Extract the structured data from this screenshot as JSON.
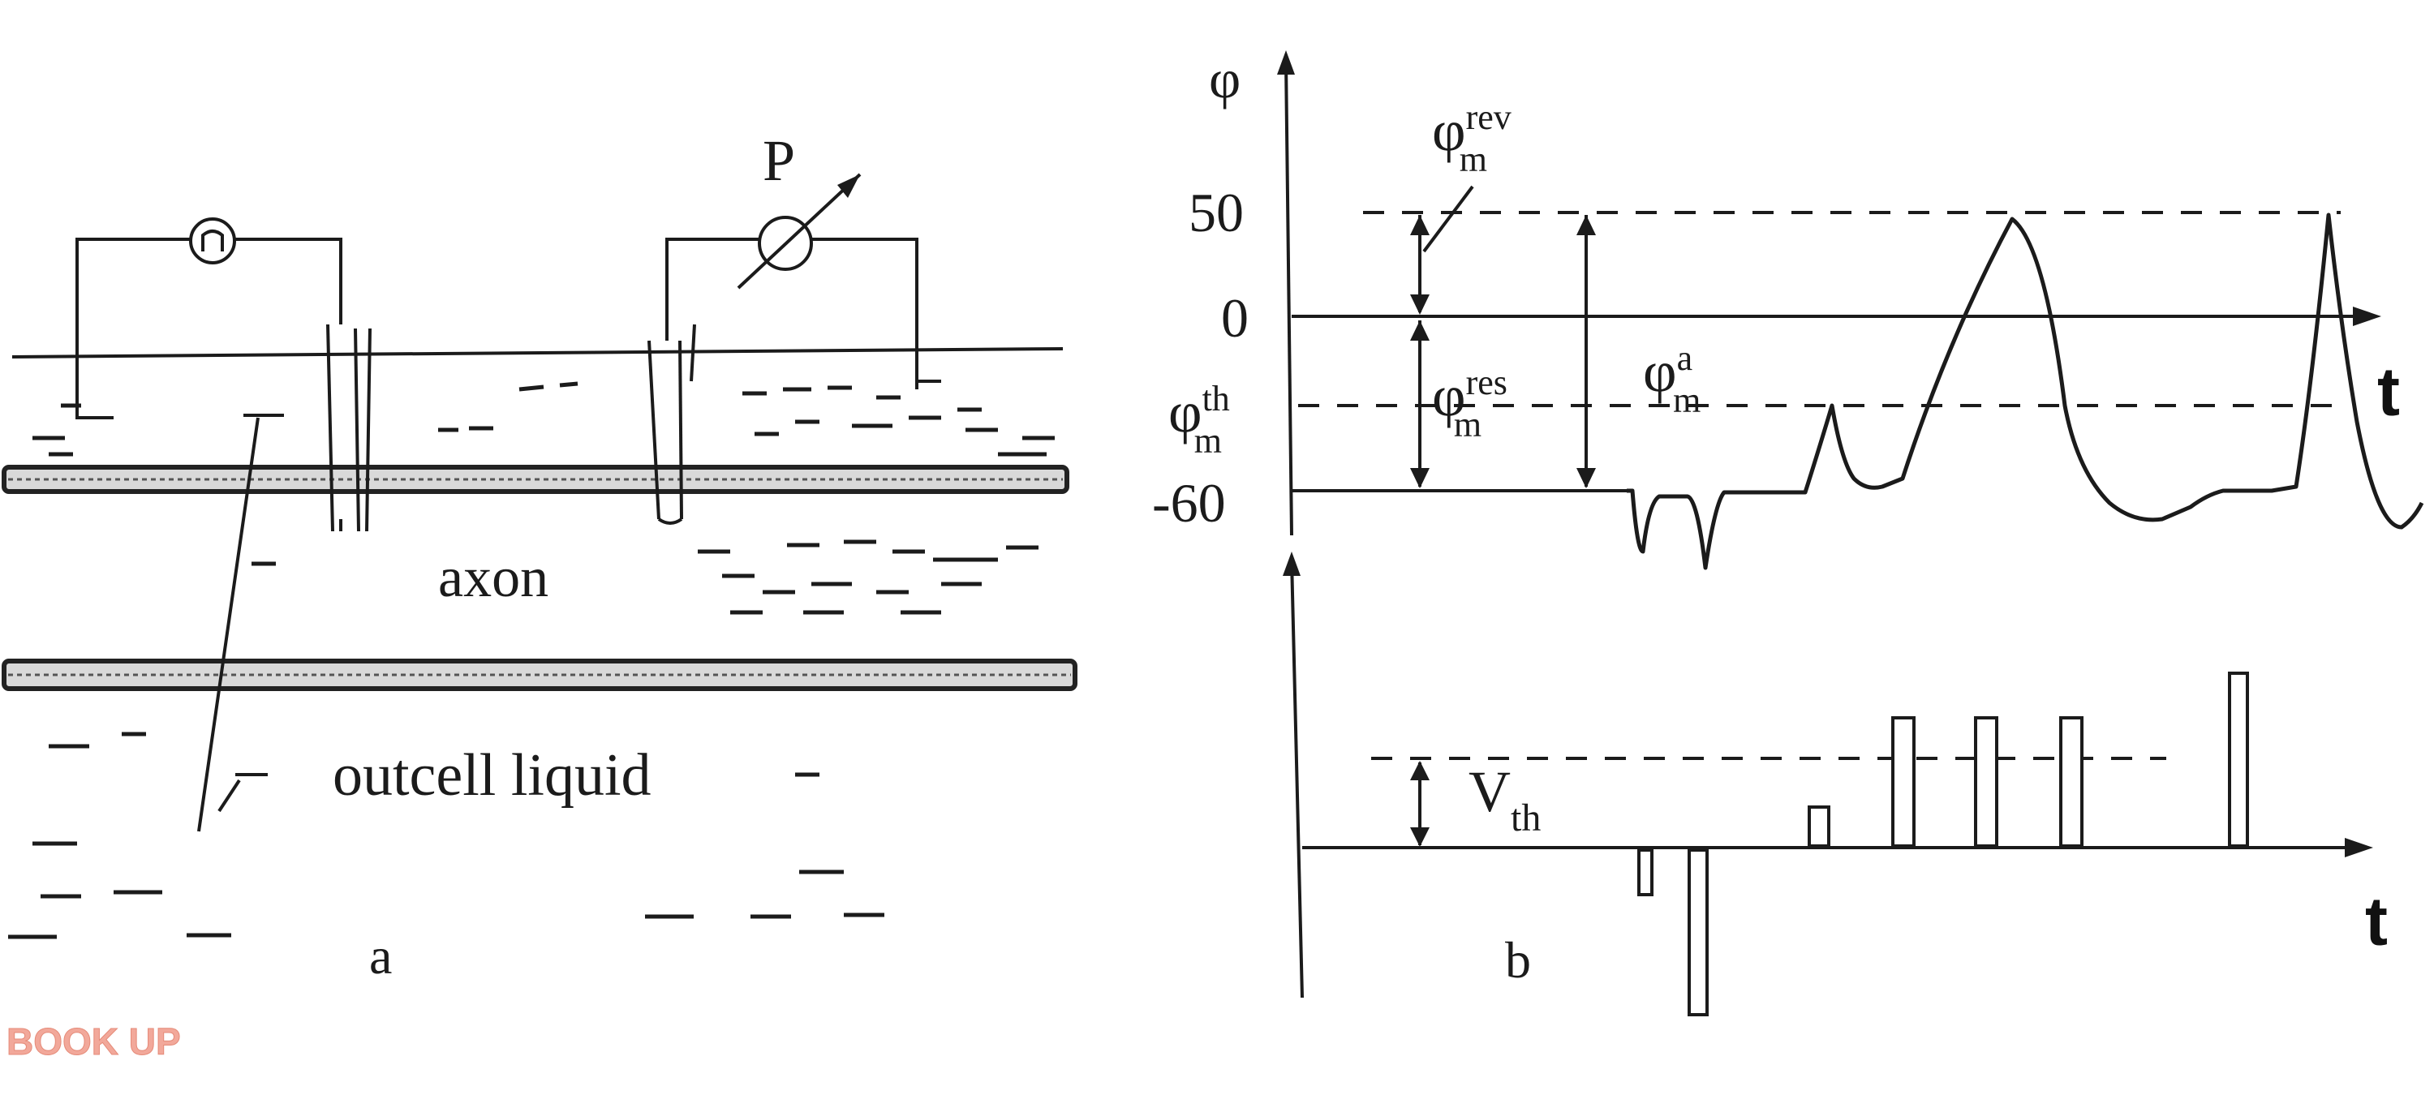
{
  "panel_a": {
    "label": "a",
    "stimulator_label": "P",
    "axon_label": "axon",
    "liquid_label": "outcell liquid"
  },
  "panel_b": {
    "label": "b",
    "y_axis_label": "φ",
    "time_label_top": "t",
    "time_label_bottom": "t",
    "ticks": [
      "50",
      "0",
      "-60"
    ],
    "threshold_label": {
      "sym": "φ",
      "sup": "th",
      "sub": "m"
    },
    "reversal_label": {
      "sym": "φ",
      "sup": "rev",
      "sub": "m"
    },
    "resting_label": {
      "sym": "φ",
      "sup": "res",
      "sub": "m"
    },
    "action_label": {
      "sym": "φ",
      "sup": "a",
      "sub": "m"
    },
    "vth_label": {
      "sym": "V",
      "sub": "th"
    }
  },
  "watermark": "BOOK UP",
  "colors": {
    "ink": "#1b1b1b",
    "watermark": "#f2a89a"
  }
}
